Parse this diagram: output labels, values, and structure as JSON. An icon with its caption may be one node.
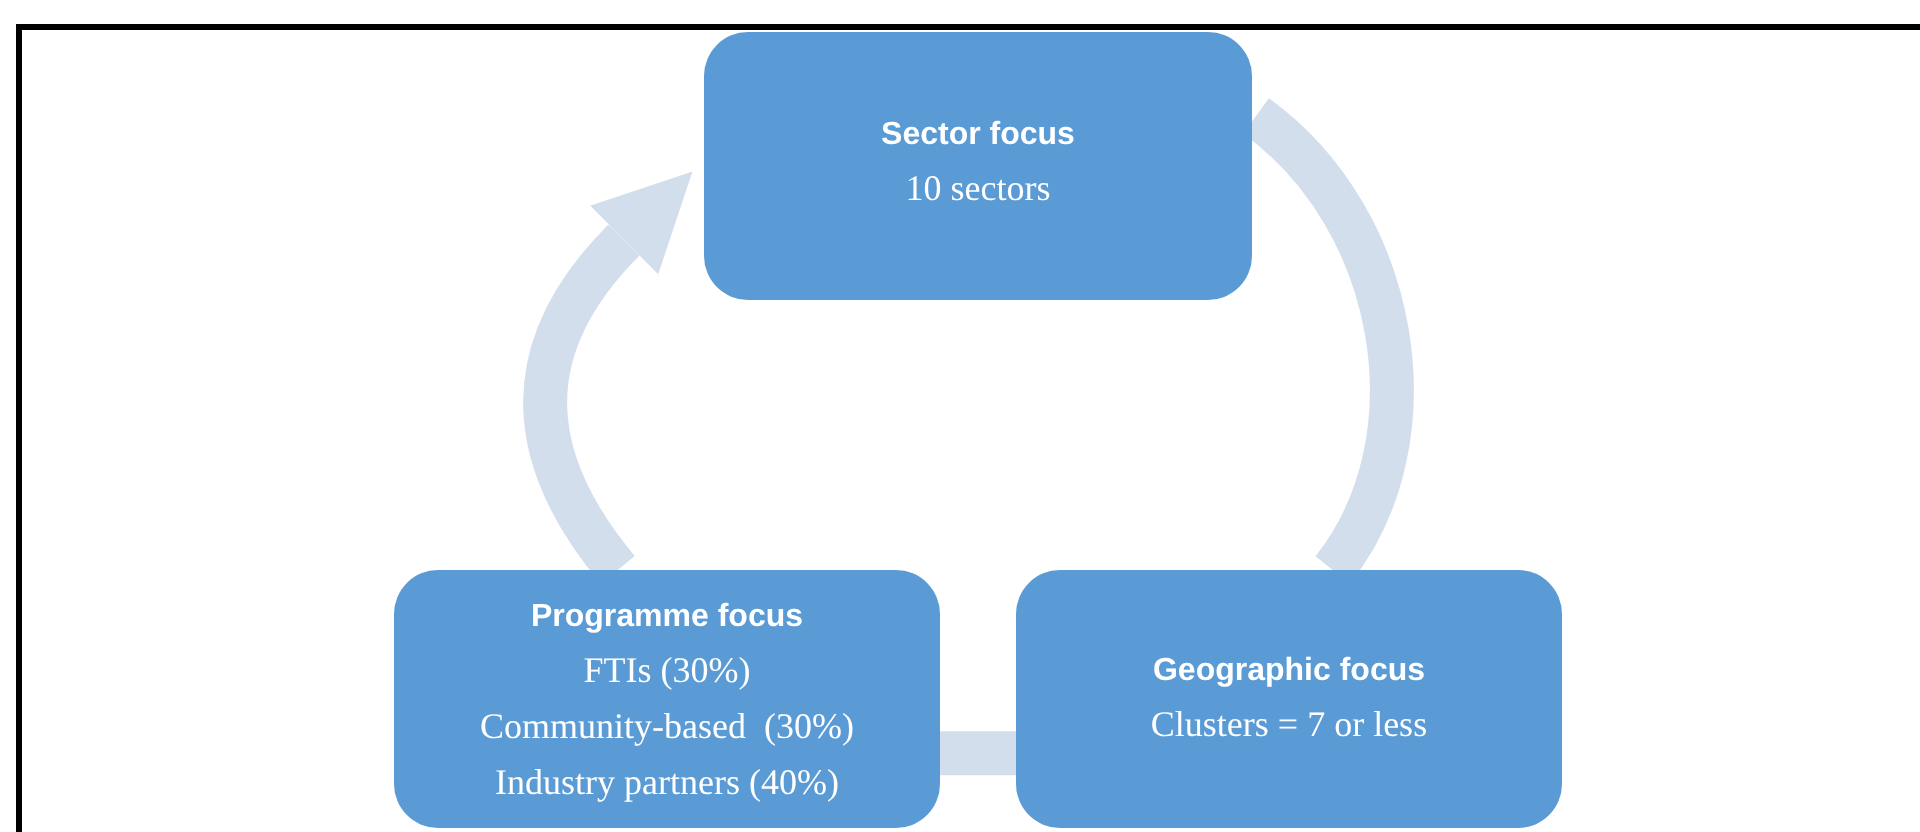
{
  "diagram": {
    "nodes": [
      {
        "text": [
          "Sector focus",
          "10 sectors"
        ]
      },
      {
        "text": [
          "Geographic focus",
          "Clusters = 7 or less"
        ]
      },
      {
        "text": [
          "Programme focus",
          "FTIs (30%)",
          "Community-based  (30%)",
          "Industry partners (40%)"
        ]
      }
    ],
    "edges": [
      {
        "from": 0,
        "to": 1,
        "arrow": "none"
      },
      {
        "from": 1,
        "to": 2,
        "arrow": "none"
      },
      {
        "from": 2,
        "to": 0,
        "arrow": "to"
      }
    ]
  }
}
